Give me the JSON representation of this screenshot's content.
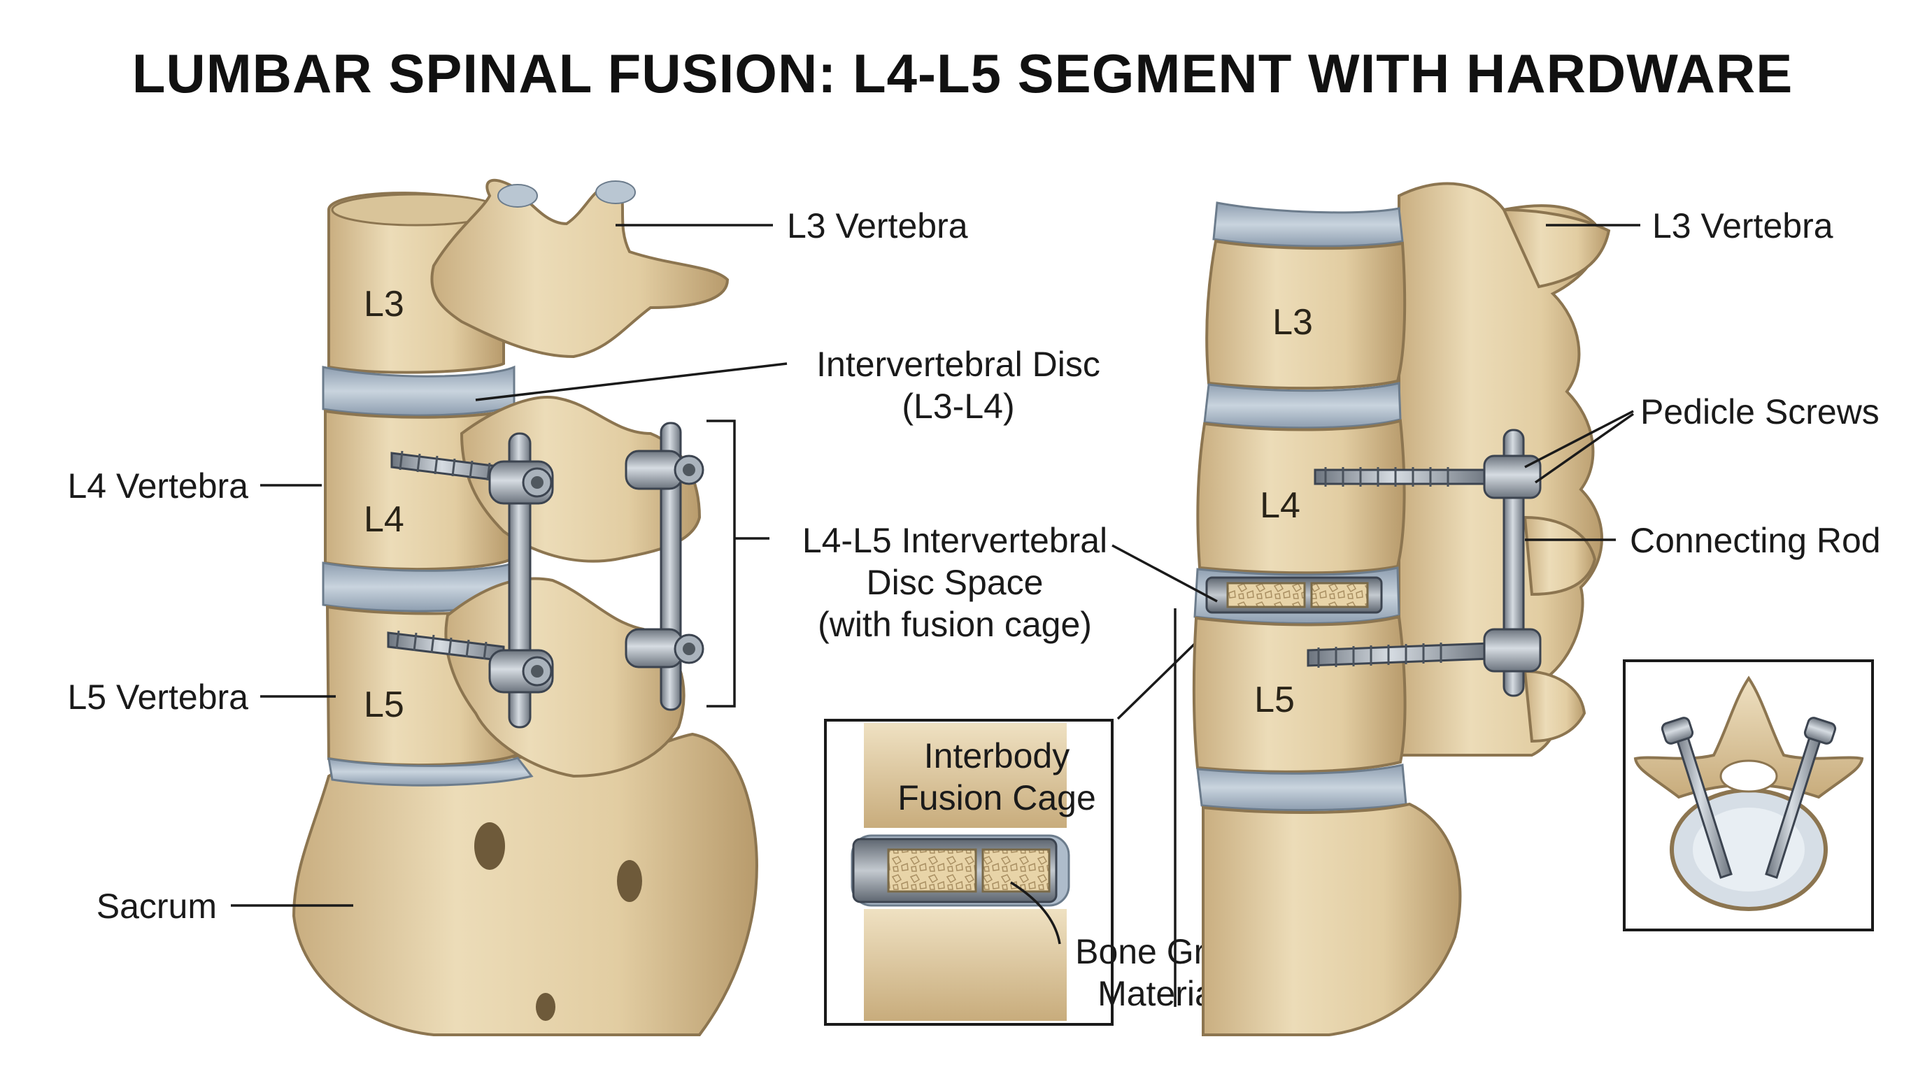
{
  "title": "LUMBAR SPINAL FUSION: L4-L5 SEGMENT WITH HARDWARE",
  "left_view": {
    "vertebra_labels": {
      "l3": "L3",
      "l4": "L4",
      "l5": "L5"
    },
    "callouts": {
      "l3_vertebra": "L3 Vertebra",
      "disc_line1": "Intervertebral Disc",
      "disc_line2": "(L3-L4)",
      "l4_vertebra": "L4 Vertebra",
      "space_line1": "L4-L5 Intervertebral",
      "space_line2": "Disc Space",
      "space_line3": "(with fusion cage)",
      "l5_vertebra": "L5 Vertebra",
      "sacrum": "Sacrum"
    }
  },
  "right_view": {
    "vertebra_labels": {
      "l3": "L3",
      "l4": "L4",
      "l5": "L5"
    },
    "callouts": {
      "l3_vertebra": "L3 Vertebra",
      "pedicle_screws": "Pedicle Screws",
      "connecting_rod": "Connecting Rod"
    }
  },
  "inset_cage": {
    "label_line1": "Interbody",
    "label_line2": "Fusion Cage",
    "graft_line1": "Bone Graft",
    "graft_line2": "Material"
  },
  "colors": {
    "bone": "#e6d3ad",
    "bone_shadow": "#b89b6c",
    "disc": "#aebccb",
    "metal": "#9aa4ae",
    "text": "#111111"
  }
}
